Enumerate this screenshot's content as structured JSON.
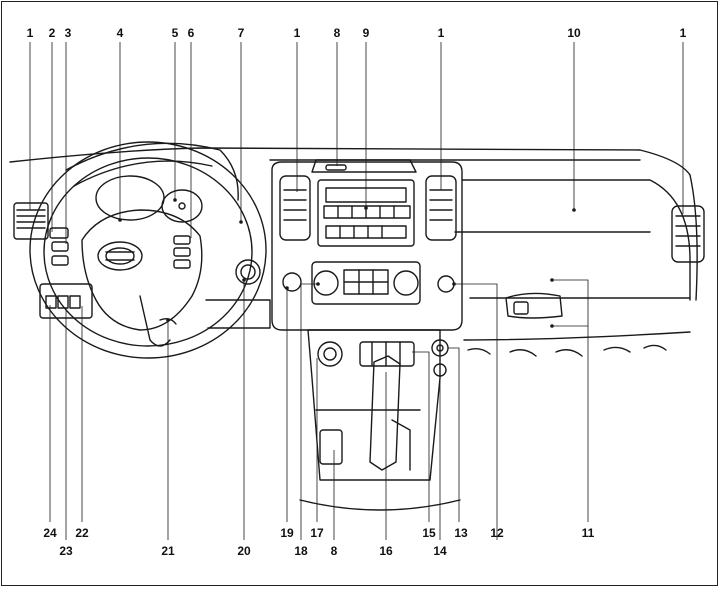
{
  "top_labels": [
    "1",
    "2",
    "3",
    "4",
    "5",
    "6",
    "7",
    "1",
    "8",
    "9",
    "1",
    "10",
    "1"
  ],
  "bottom_labels": [
    "24",
    "23",
    "22",
    "21",
    "20",
    "19",
    "18",
    "17",
    "8",
    "16",
    "15",
    "14",
    "13",
    "12",
    "11"
  ]
}
